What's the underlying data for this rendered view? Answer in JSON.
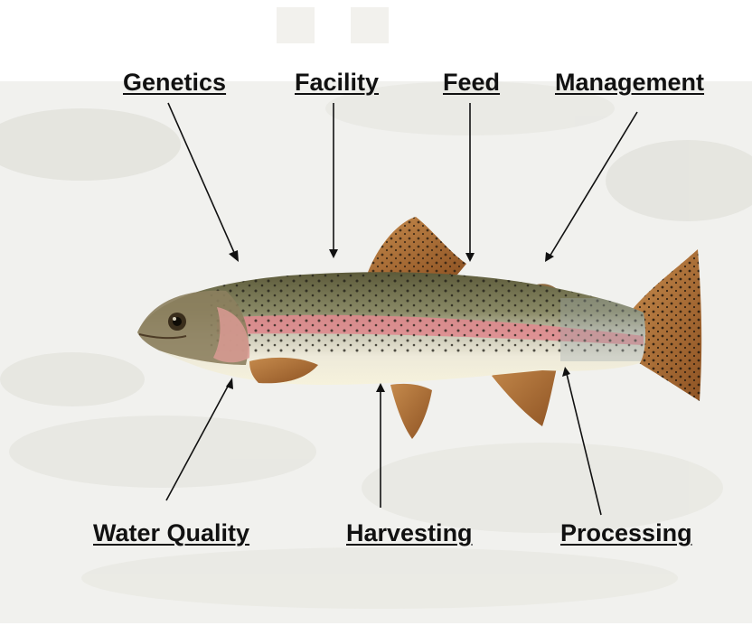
{
  "diagram": {
    "labels": {
      "genetics": "Genetics",
      "facility": "Facility",
      "feed": "Feed",
      "management": "Management",
      "water_quality": "Water Quality",
      "harvesting": "Harvesting",
      "processing": "Processing"
    },
    "illustration": "rainbow-trout",
    "colors": {
      "background": "#f1f1ee",
      "trout_back": "#6f6d48",
      "trout_stripe": "#e0878d",
      "trout_belly": "#f3f0e0",
      "fins": "#a8662f",
      "text": "#111111"
    }
  }
}
